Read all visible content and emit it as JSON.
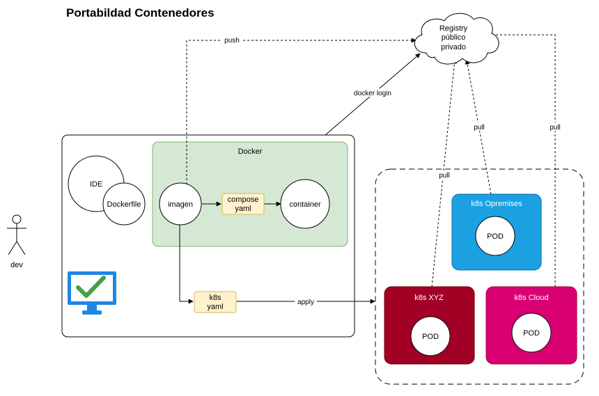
{
  "title": "Portabildad Contenedores",
  "actor": {
    "label": "dev"
  },
  "registry": {
    "lines": [
      "Registry",
      "público",
      "privado"
    ]
  },
  "workstation": {
    "docker": {
      "label": "Docker",
      "imagen": "imagen",
      "compose": [
        "compose",
        "yaml"
      ],
      "container": "container"
    },
    "ide": "IDE",
    "dockerfile": "Dockerfile",
    "k8s_yaml": [
      "k8s",
      "yaml"
    ]
  },
  "clusters": {
    "opremises": {
      "label": "k8s Opremises",
      "pod": "POD",
      "color": "#1ba1e2"
    },
    "xyz": {
      "label": "k8s XYZ",
      "pod": "POD",
      "color": "#a20025"
    },
    "cloud": {
      "label": "k8s Cloud",
      "pod": "POD",
      "color": "#d80073"
    }
  },
  "edges": {
    "push": "push",
    "docker_login": "docker login",
    "pull_xyz": "pull",
    "pull_opremises": "pull",
    "pull_cloud": "pull",
    "apply": "apply"
  },
  "colors": {
    "docker_fill": "#d5e8d4",
    "docker_stroke": "#82b366",
    "yaml_fill": "#fff2cc",
    "yaml_stroke": "#d6b656",
    "monitor": "#1e88e5",
    "check": "#43a047"
  }
}
